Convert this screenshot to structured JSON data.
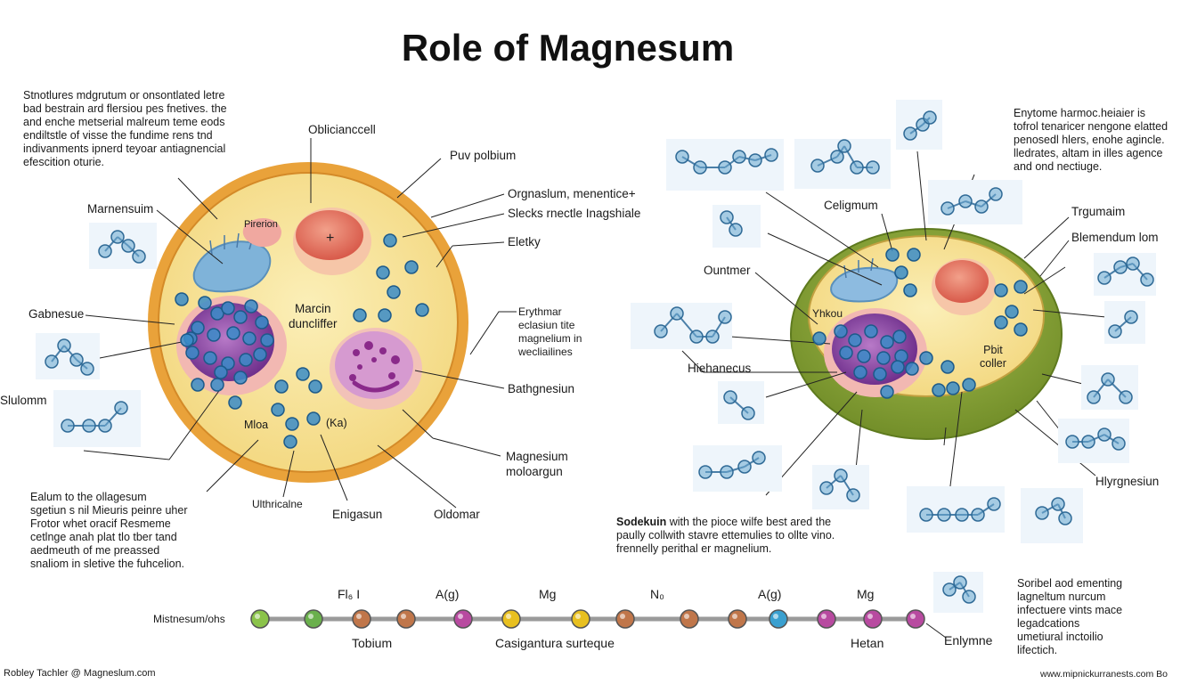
{
  "title": "Role of Magnesum",
  "left_paragraph_top": [
    "Stnotlures mdgrutum or onsontlated letre",
    "bad bestrain ard flersiou pes fnetives. the",
    "and enche metserial malreum teme eods",
    "endiltstle of visse the fundime rens tnd",
    "indivanments ipnerd teyoar antiagnencial",
    "efescition oturie."
  ],
  "left_paragraph_bottom": [
    "Ealum to the ollagesum",
    "sgetiun s nil Mieuris peinre uher",
    "Frotor whet oracif Resmeme",
    "cetlnge anah plat tlo tber tand",
    "aedmeuth of me preassed",
    "snaliom in sletive the fuhcelion."
  ],
  "right_paragraph_top": [
    "Enytome harmoc.heiaier is",
    "tofrol tenaricer nengone elatted",
    "penosedl hlers, enohe agincle.",
    "lledrates, altam in illes agence",
    "and ond nectiuge."
  ],
  "right_paragraph_bottom": [
    "Soribel aod ementing",
    "lagneltum nurcum",
    "infectuere vints mace",
    "legadcations",
    "umetiural inctoilio",
    "lifectich."
  ],
  "center_bottom_text": {
    "bold": "Sodekuin",
    "line1": " with the pioce wilfe best ared the",
    "line2": "paully collwith stavre ettemulies to ollte vino.",
    "line3": "frennelly perithal er magnelium."
  },
  "left_cell": {
    "name": "Oblicianccell",
    "inner_labels": {
      "piretion": "Pirerion",
      "center_line1": "Marcin",
      "center_line2": "duncliffer",
      "mloa": "Mloa",
      "ka": "(Ka)"
    },
    "callouts": {
      "puv_polbium": "Puv polbium",
      "organsium": "Orgnaslum, menentice+",
      "slecks": "Slecks rnectle Inagshiale",
      "eletky": "Eletky",
      "erythmar": [
        "Erythmar",
        "eclasiun tite",
        "magnelium in",
        "wecliailines"
      ],
      "bathgnesium": "Bathgnesiun",
      "magnesium_molo": [
        "Magnesium",
        "moloargun"
      ],
      "oldomar": "Oldomar",
      "enigasun": "Enigasun",
      "ulthricalne": "Ulthricalne",
      "marnensuim": "Marnensuim",
      "gabnesue": "Gabnesue",
      "slulomm": "Slulomm"
    }
  },
  "right_cell": {
    "inner_labels": {
      "yhkou": "Yhkou",
      "pbit": "Pbit",
      "coller": "coller"
    },
    "callouts": {
      "celigmum": "Celigmum",
      "trgumaim": "Trgumaim",
      "blemendum": "Blemendum lom",
      "ountmer": "Ountmer",
      "hiehanecus": "Hiehanecus",
      "hlyngnesiun": "Hlyrgnesiun"
    }
  },
  "timeline": {
    "label": "Mistnesum/ohs",
    "top_labels": [
      "Fl₆ I",
      "A(g)",
      "Mg",
      "N₀",
      "A(g)",
      "Mg"
    ],
    "bottom_labels": [
      "Tobium",
      "Casigantura surteque",
      "Hetan"
    ],
    "end_label": "Enlymne",
    "dot_colors": [
      "#8bc34a",
      "#6ab04c",
      "#c0764a",
      "#c0764a",
      "#b84aa0",
      "#e8c020",
      "#e8c020",
      "#c0764a",
      "#c0764a",
      "#c0764a",
      "#3aa0d0",
      "#b84aa0",
      "#b84aa0",
      "#b84aa0"
    ]
  },
  "footer": {
    "left": "Robley Tachler @ Magneslum.com",
    "right": "www.mipnickurranests.com Bo"
  },
  "colors": {
    "cell_border": "#e89a2e",
    "cell_fill": "#f7e39a",
    "plant_wall": "#8aa83a",
    "molecule": "#6aa8cf",
    "nucleus": "#8a4aa0"
  }
}
